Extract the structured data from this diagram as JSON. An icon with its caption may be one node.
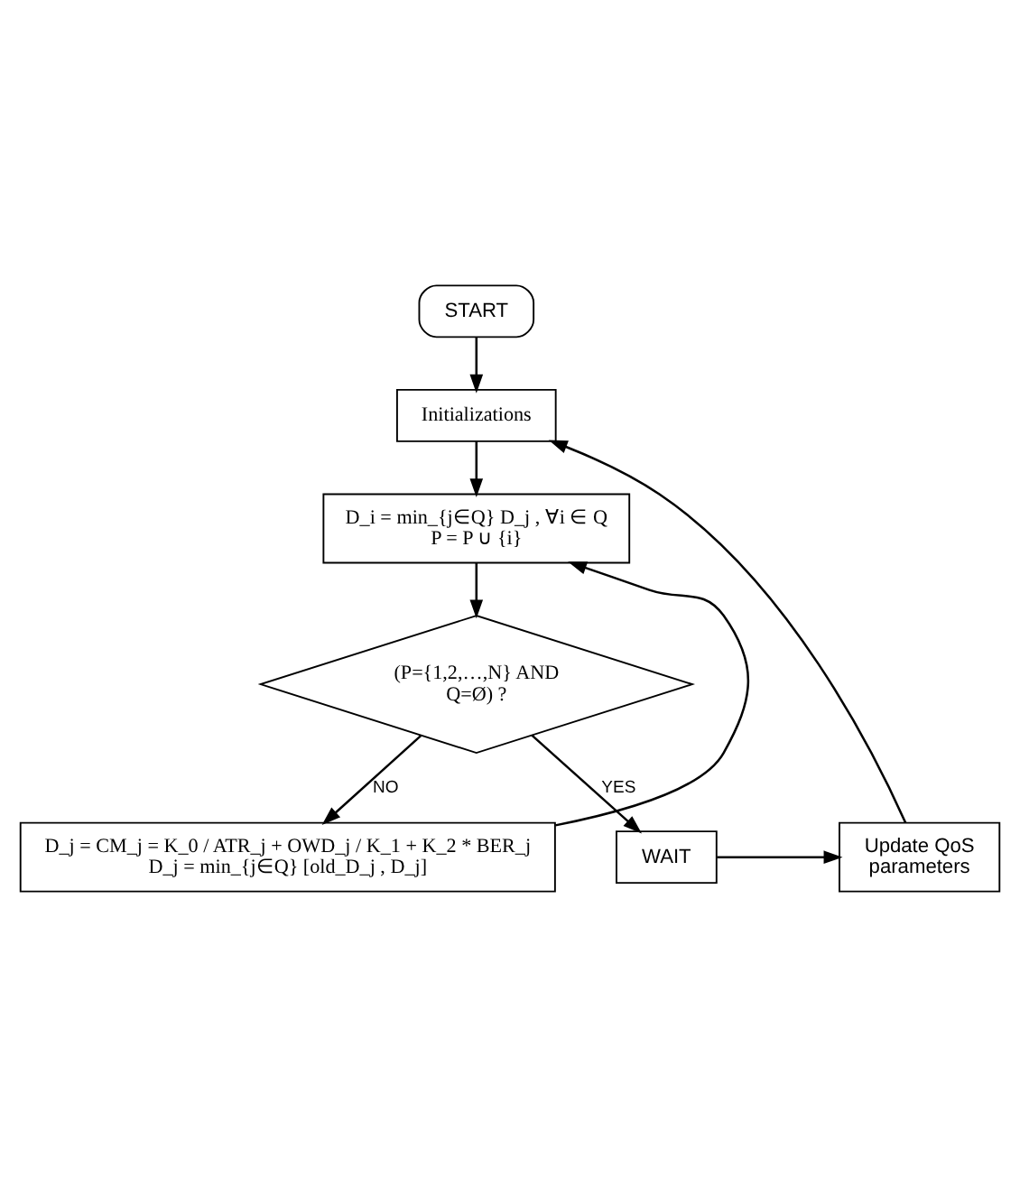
{
  "diagram": {
    "nodes": [
      {
        "text": [
          "START"
        ]
      },
      {
        "text": [
          "Initializations"
        ]
      },
      {
        "text": [
          "D_i = min_{j∈Q} D_j , ∀i ∈ Q",
          "P = P ∪ {i}"
        ]
      },
      {
        "text": [
          "(P={1,2,…,N} AND Q=Ø) ?"
        ]
      },
      {
        "text": [
          "D_j = CM_j = K_0 / ATR_j + OWD_j / K_1 + K_2 * BER_j",
          "D_j = min_{j∈Q} [old_D_j , D_j]"
        ]
      },
      {
        "text": [
          "WAIT"
        ]
      },
      {
        "text": [
          "Update QoS parameters"
        ]
      }
    ],
    "edges": [
      {
        "from": 0,
        "to": 1,
        "arrow": "to"
      },
      {
        "from": 1,
        "to": 2,
        "arrow": "to"
      },
      {
        "from": 2,
        "to": 3,
        "arrow": "to"
      },
      {
        "from": 3,
        "to": 4,
        "arrow": "to",
        "label": "NO"
      },
      {
        "from": 3,
        "to": 5,
        "arrow": "to",
        "label": "YES"
      },
      {
        "from": 4,
        "to": 2,
        "arrow": "to"
      },
      {
        "from": 5,
        "to": 6,
        "arrow": "to"
      },
      {
        "from": 6,
        "to": 1,
        "arrow": "to"
      }
    ]
  }
}
